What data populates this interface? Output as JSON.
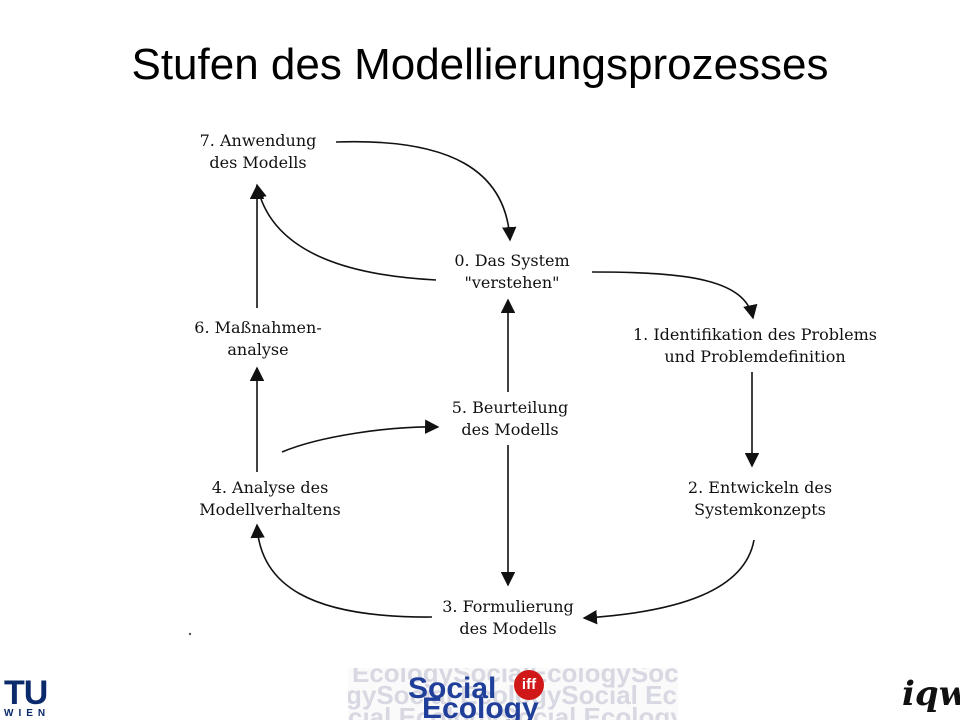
{
  "title": "Stufen des Modellierungsprozesses",
  "nodes": {
    "n7": {
      "line1": "7. Anwendung",
      "line2": "des Modells"
    },
    "n0": {
      "line1": "0. Das System",
      "line2": "\"verstehen\""
    },
    "n1": {
      "line1": "1. Identifikation des Problems",
      "line2": "und Problemdefinition"
    },
    "n6": {
      "line1": "6. Maßnahmen-",
      "line2": "analyse"
    },
    "n5": {
      "line1": "5. Beurteilung",
      "line2": "des Modells"
    },
    "n4": {
      "line1": "4. Analyse des",
      "line2": "Modellverhaltens"
    },
    "n2": {
      "line1": "2. Entwickeln des",
      "line2": "Systemkonzepts"
    },
    "n3": {
      "line1": "3. Formulierung",
      "line2": "des Modells"
    }
  },
  "footer": {
    "tu_logo": {
      "main": "TU",
      "sub": "WIEN"
    },
    "iff_banner": {
      "word1": "Social",
      "word2": "Ecology",
      "badge": "iff",
      "background_text": [
        "EcologySocialEcologySocial",
        "gySocial  EcologySocial  Ecol",
        "cial   EcologySocial  Ecology"
      ]
    },
    "iqw_logo": "iqw"
  },
  "colors": {
    "arrows": "#111111",
    "tu_blue": "#0a2a6b",
    "iff_blue": "#1f3f9a",
    "iff_red": "#d01818"
  }
}
